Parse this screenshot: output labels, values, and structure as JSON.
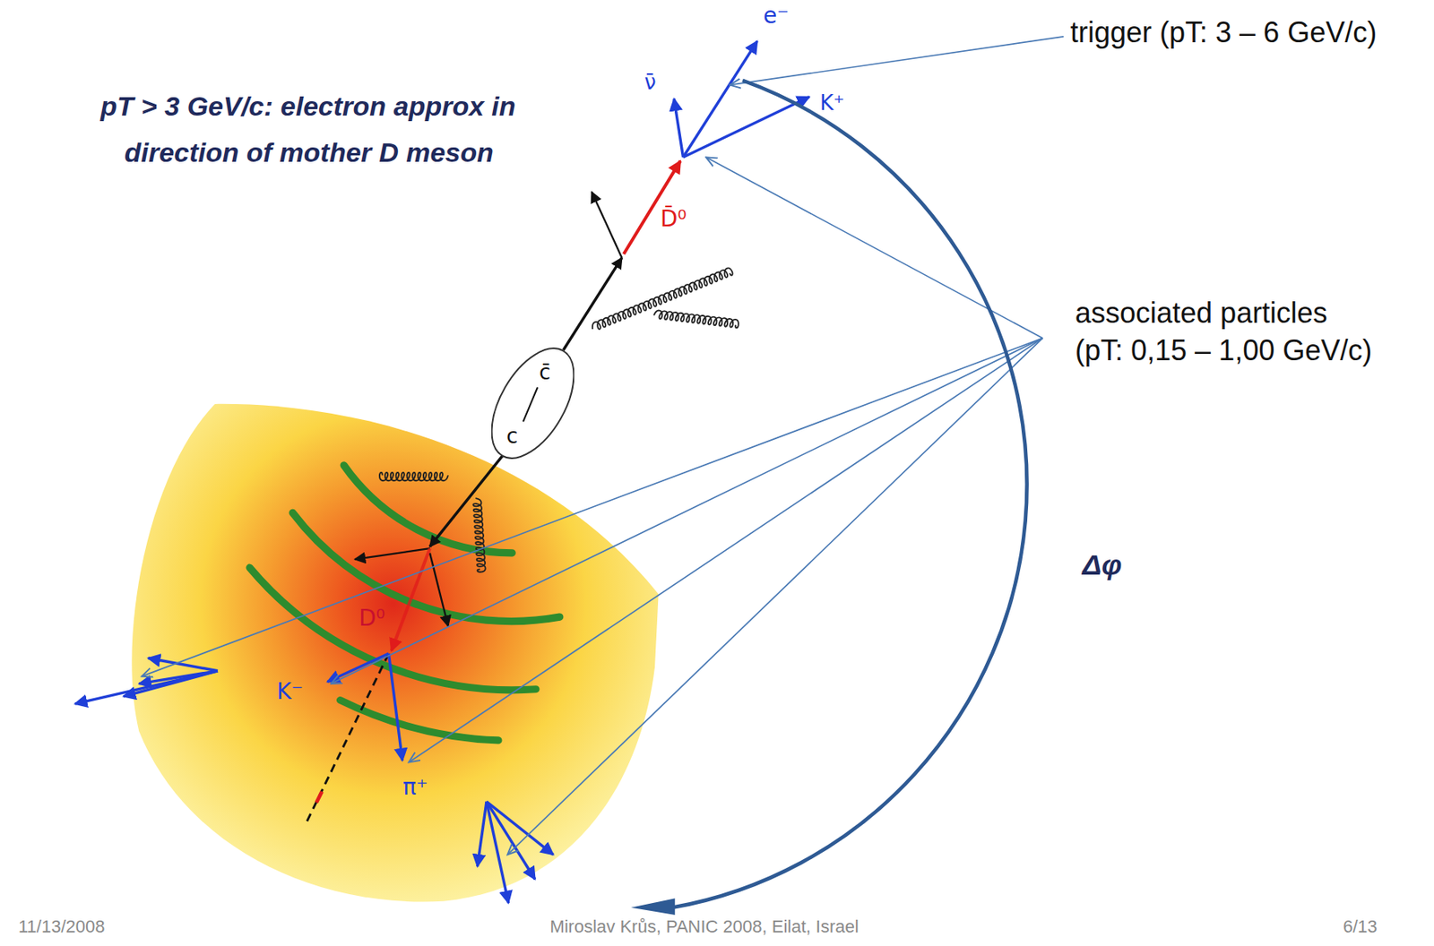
{
  "diagram": {
    "nodes": [
      {
        "text": [
          "c̄",
          "c"
        ]
      }
    ],
    "labels": [
      "pT > 3 GeV/c: electron approx in direction of mother D meson",
      "e⁻",
      "ν̄",
      "K⁺",
      "D̄⁰",
      "trigger (pT: 3 – 6 GeV/c)",
      "associated particles (pT: 0,15 – 1,00 GeV/c)",
      "Δφ",
      "D⁰",
      "K⁻",
      "π⁺",
      "11/13/2008",
      "Miroslav Krůs, PANIC 2008, Eilat, Israel",
      "6/13"
    ]
  }
}
